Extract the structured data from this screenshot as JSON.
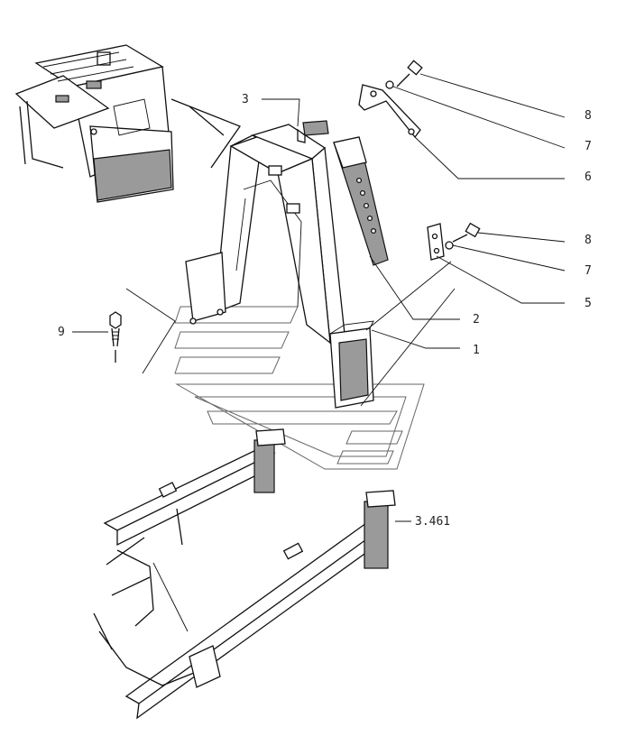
{
  "callouts": {
    "c1": "1",
    "c2": "2",
    "c3": "3",
    "c5": "5",
    "c6": "6",
    "c7a": "7",
    "c7b": "7",
    "c8a": "8",
    "c8b": "8",
    "c9": "9",
    "ref": "3.461"
  }
}
